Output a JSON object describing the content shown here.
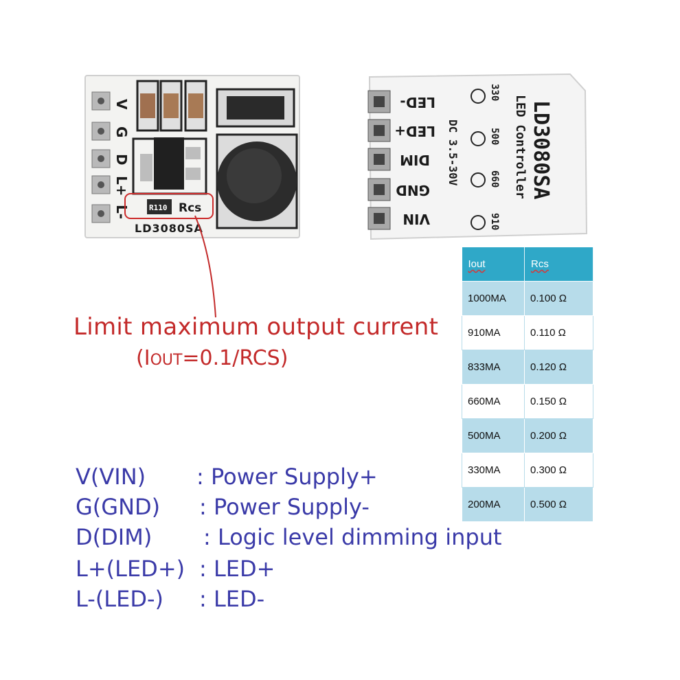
{
  "board_front": {
    "pin_labels": [
      "V",
      "G",
      "D",
      "L+",
      "L-"
    ],
    "resistor_code": "R110",
    "rcs_label": "Rcs",
    "model_label": "LD3080SA"
  },
  "board_back": {
    "title": "LD3080SA",
    "subtitle": "LED Controller",
    "voltage": "DC 3.5-30V",
    "pin_labels": [
      "LED-",
      "LED+",
      "DIM",
      "GND",
      "VIN"
    ],
    "current_options": [
      "330",
      "500",
      "660",
      "910"
    ]
  },
  "callout": {
    "title": "Limit maximum output current",
    "formula_prefix": "(I",
    "formula_sub": "OUT",
    "formula_suffix": "=0.1/RCS)"
  },
  "rcs_table": {
    "headers": [
      "Iout",
      "Rcs"
    ],
    "rows": [
      [
        "1000MA",
        "0.100 Ω"
      ],
      [
        "910MA",
        "0.110 Ω"
      ],
      [
        "833MA",
        "0.120 Ω"
      ],
      [
        "660MA",
        "0.150 Ω"
      ],
      [
        "500MA",
        "0.200 Ω"
      ],
      [
        "330MA",
        "0.300 Ω"
      ],
      [
        "200MA",
        "0.500 Ω"
      ]
    ]
  },
  "pin_legend": [
    {
      "pin": "V(VIN)",
      "desc": ": Power Supply+"
    },
    {
      "pin": "G(GND)",
      "desc": ": Power Supply-"
    },
    {
      "pin": "D(DIM)",
      "desc": ": Logic level dimming input"
    },
    {
      "pin": "L+(LED+)",
      "desc": ": LED+"
    },
    {
      "pin": "L-(LED-)",
      "desc": ": LED-"
    }
  ],
  "colors": {
    "callout": "#c32a2a",
    "legend": "#3a3aa8",
    "table_header": "#2fa8c8",
    "table_stripe": "#b7dcea",
    "pcb": "#f2f2f0"
  }
}
